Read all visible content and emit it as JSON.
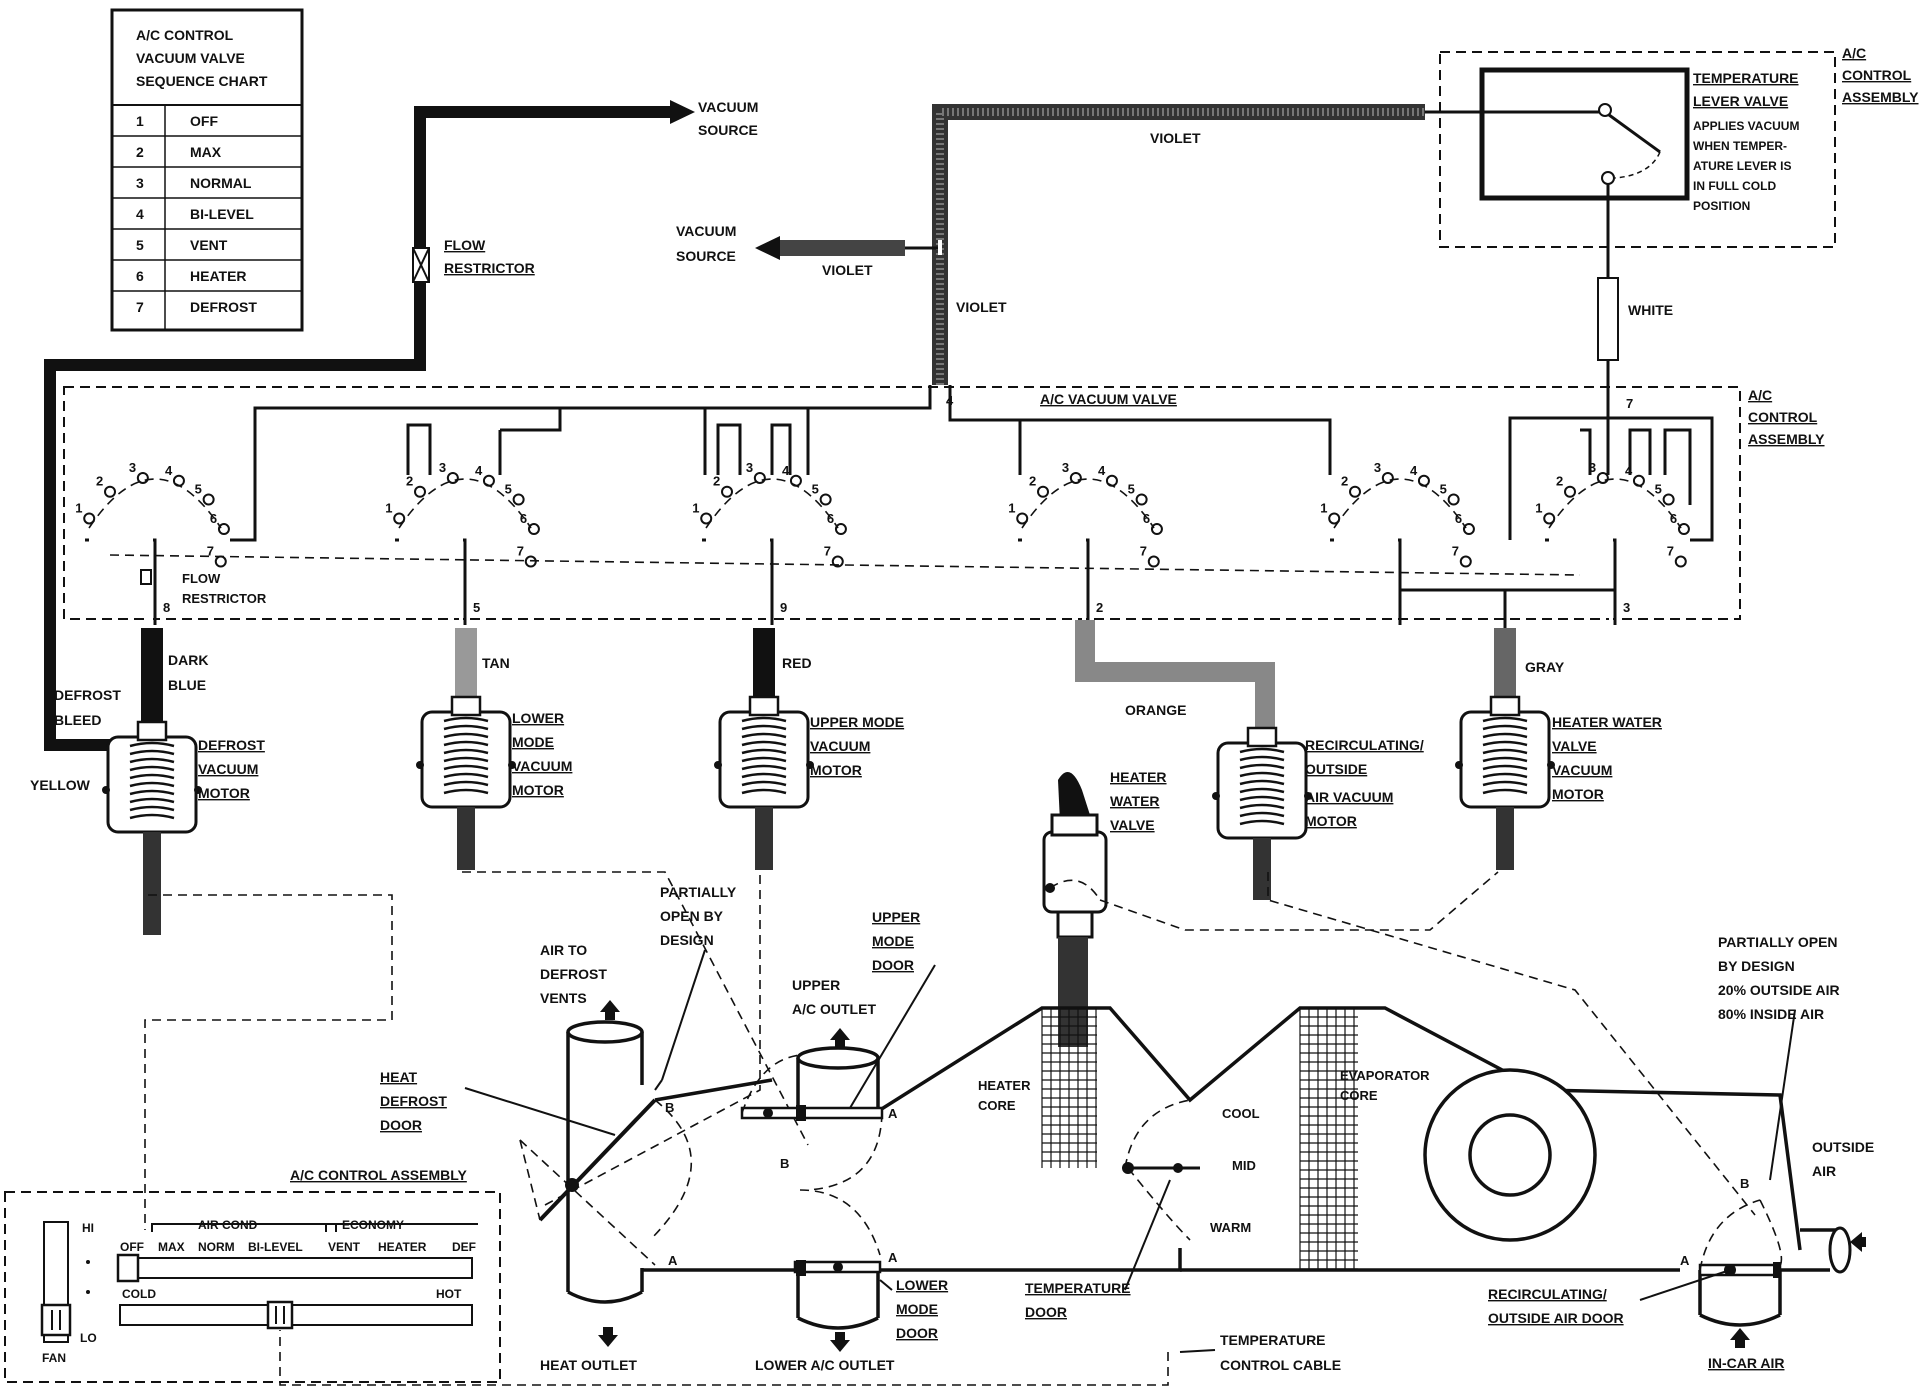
{
  "chart": {
    "title": [
      "A/C CONTROL",
      "VACUUM VALVE",
      "SEQUENCE CHART"
    ],
    "rows": [
      {
        "n": "1",
        "label": "OFF"
      },
      {
        "n": "2",
        "label": "MAX"
      },
      {
        "n": "3",
        "label": "NORMAL"
      },
      {
        "n": "4",
        "label": "BI-LEVEL"
      },
      {
        "n": "5",
        "label": "VENT"
      },
      {
        "n": "6",
        "label": "HEATER"
      },
      {
        "n": "7",
        "label": "DEFROST"
      }
    ]
  },
  "labels": {
    "vacuum_source_1": [
      "VACUUM",
      "SOURCE"
    ],
    "vacuum_source_2": [
      "VACUUM",
      "SOURCE"
    ],
    "flow_restrictor_top": [
      "FLOW",
      "RESTRICTOR"
    ],
    "violet_top": "VIOLET",
    "violet_mid": "VIOLET",
    "violet_right": "VIOLET",
    "white": "WHITE",
    "temp_lever_valve": [
      "TEMPERATURE",
      "LEVER VALVE"
    ],
    "temp_lever_desc": [
      "APPLIES VACUUM",
      "WHEN TEMPER-",
      "ATURE LEVER IS",
      "IN FULL COLD",
      "POSITION"
    ],
    "ac_control_assembly_top": [
      "A/C",
      "CONTROL",
      "ASSEMBLY"
    ],
    "ac_control_assembly_mid": [
      "A/C",
      "CONTROL",
      "ASSEMBLY"
    ],
    "ac_vacuum_valve": "A/C VACUUM VALVE",
    "flow_restrictor_bottom": [
      "FLOW",
      "RESTRICTOR"
    ],
    "dark_blue": [
      "DARK",
      "BLUE"
    ],
    "defrost_bleed": [
      "DEFROST",
      "BLEED"
    ],
    "yellow": "YELLOW",
    "tan": "TAN",
    "red": "RED",
    "orange": "ORANGE",
    "gray": "GRAY",
    "defrost_motor": [
      "DEFROST",
      "VACUUM",
      "MOTOR"
    ],
    "lower_mode_motor": [
      "LOWER",
      "MODE",
      "VACUUM",
      "MOTOR"
    ],
    "upper_mode_motor": [
      "UPPER MODE",
      "VACUUM",
      "MOTOR"
    ],
    "recirc_motor": [
      "RECIRCULATING/",
      "OUTSIDE",
      "AIR VACUUM",
      "MOTOR"
    ],
    "heater_valve_motor": [
      "HEATER WATER",
      "VALVE",
      "VACUUM",
      "MOTOR"
    ],
    "heater_water_valve": [
      "HEATER",
      "WATER",
      "VALVE"
    ],
    "partially_open_1": [
      "PARTIALLY",
      "OPEN BY",
      "DESIGN"
    ],
    "air_to_defrost": [
      "AIR TO",
      "DEFROST",
      "VENTS"
    ],
    "upper_ac_outlet": [
      "UPPER",
      "A/C OUTLET"
    ],
    "upper_mode_door": [
      "UPPER",
      "MODE",
      "DOOR"
    ],
    "partially_open_2": [
      "PARTIALLY OPEN",
      "BY DESIGN",
      "20% OUTSIDE AIR",
      "80% INSIDE AIR"
    ],
    "heat_defrost_door": [
      "HEAT",
      "DEFROST",
      "DOOR"
    ],
    "heater_core": [
      "HEATER",
      "CORE"
    ],
    "evaporator_core": [
      "EVAPORATOR",
      "CORE"
    ],
    "cool": "COOL",
    "mid": "MID",
    "warm": "WARM",
    "outside_air": [
      "OUTSIDE",
      "AIR"
    ],
    "ac_control_assembly_bottom": "A/C CONTROL ASSEMBLY",
    "lower_mode_door": [
      "LOWER",
      "MODE",
      "DOOR"
    ],
    "temperature_door": [
      "TEMPERATURE",
      "DOOR"
    ],
    "recirc_door": [
      "RECIRCULATING/",
      "OUTSIDE AIR DOOR"
    ],
    "heat_outlet": "HEAT OUTLET",
    "lower_ac_outlet": "LOWER A/C OUTLET",
    "temp_control_cable": [
      "TEMPERATURE",
      "CONTROL CABLE"
    ],
    "in_car_air": "IN-CAR AIR"
  },
  "panel": {
    "hi": "HI",
    "lo": "LO",
    "fan": "FAN",
    "air_cond": "AIR COND",
    "economy": "ECONOMY",
    "modes": [
      "OFF",
      "MAX",
      "NORM",
      "BI-LEVEL",
      "VENT",
      "HEATER",
      "DEF"
    ],
    "cold": "COLD",
    "hot": "HOT"
  }
}
